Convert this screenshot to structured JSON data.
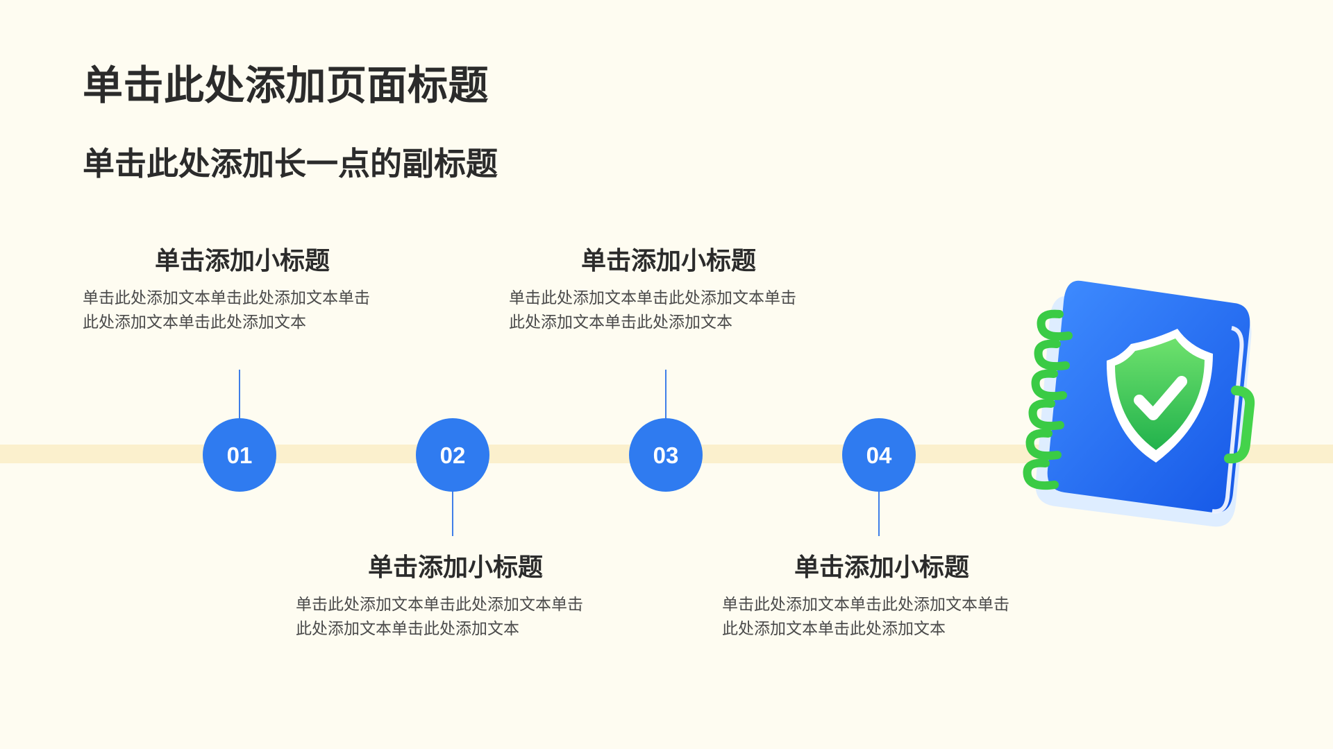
{
  "page": {
    "title": "单击此处添加页面标题",
    "subtitle": "单击此处添加长一点的副标题"
  },
  "timeline": {
    "steps": [
      {
        "number": "01",
        "heading": "单击添加小标题",
        "text": "单击此处添加文本单击此处添加文本单击此处添加文本单击此处添加文本"
      },
      {
        "number": "02",
        "heading": "单击添加小标题",
        "text": "单击此处添加文本单击此处添加文本单击此处添加文本单击此处添加文本"
      },
      {
        "number": "03",
        "heading": "单击添加小标题",
        "text": "单击此处添加文本单击此处添加文本单击此处添加文本单击此处添加文本"
      },
      {
        "number": "04",
        "heading": "单击添加小标题",
        "text": "单击此处添加文本单击此处添加文本单击此处添加文本单击此处添加文本"
      }
    ]
  },
  "colors": {
    "background": "#fefcf1",
    "accent": "#2f7bf0",
    "band": "#fbf0cd",
    "text": "#2b2b2b"
  },
  "illustration": {
    "icon": "notebook-shield-check-icon"
  }
}
